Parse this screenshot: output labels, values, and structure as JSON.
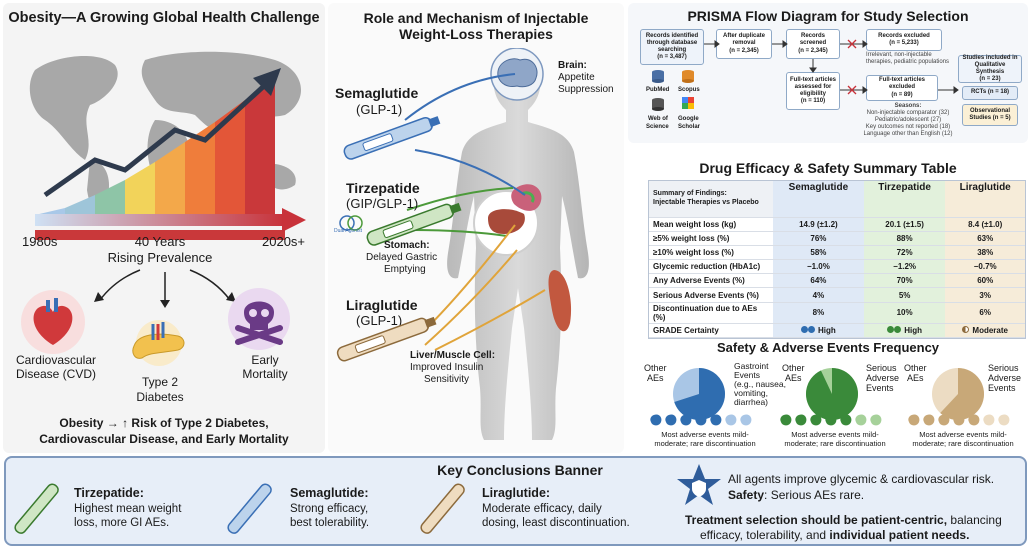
{
  "left": {
    "title": "Obesity—A Growing Global Health Challenge",
    "timeline_start": "1980s",
    "timeline_mid": "40 Years",
    "timeline_mid2": "Rising Prevalence",
    "timeline_end": "2020s+",
    "outcomes": [
      "Cardiovascular",
      "Disease (CVD)",
      "Type 2",
      "Diabetes",
      "Early",
      "Mortality"
    ],
    "summary1": "Obesity → ↑ Risk of Type 2 Diabetes,",
    "summary2": "Cardiovascular Disease, and Early Mortality"
  },
  "mid": {
    "title1": "Role and Mechanism of Injectable",
    "title2": "Weight-Loss Therapies",
    "sema_name": "Semaglutide",
    "sema_class": "(GLP-1)",
    "tirz_name": "Tirzepatide",
    "tirz_class": "(GIP/GLP-1)",
    "dual": "Dual Agonist",
    "lira_name": "Liraglutide",
    "lira_class": "(GLP-1)",
    "brain_head": "Brain:",
    "brain_1": "Appetite",
    "brain_2": "Suppression",
    "stomach_head": "Stomach:",
    "stomach_1": "Delayed Gastric",
    "stomach_2": "Emptying",
    "liver_head": "Liver/Muscle Cell:",
    "liver_1": "Improved Insulin",
    "liver_2": "Sensitivity"
  },
  "prisma": {
    "title": "PRISMA Flow Diagram for Study Selection",
    "b1": [
      "Records identified",
      "through database",
      "searching",
      "(n = 3,487)"
    ],
    "b2": [
      "After duplicate",
      "removal",
      "(n = 2,345)"
    ],
    "b3": [
      "Records",
      "screened",
      "(n = 2,345)"
    ],
    "b4": [
      "Records excluded",
      "(n = 5,233)"
    ],
    "b4note": [
      "Irrelevant, non-injectable",
      "therapies, pediatric populations"
    ],
    "b5": [
      "Full-text articles",
      "assessed for",
      "eligibility",
      "(n = 110)"
    ],
    "b6": [
      "Full-text articles",
      "excluded",
      "(n = 89)"
    ],
    "b6note": [
      "Seasons:",
      "Non-injectable comparator (32)",
      "Pediatric/adolescent (27)",
      "Key outcomes not reported (18)",
      "Language other than English (12)"
    ],
    "b7": [
      "Studies included in",
      "Qualitative Synthesis",
      "(n = 23)"
    ],
    "b8": "RCTs (n = 18)",
    "b9": [
      "Observational",
      "Studies (n = 5)"
    ],
    "db": [
      "PubMed",
      "Scopus",
      "Web of",
      "Science",
      "Google",
      "Scholar"
    ]
  },
  "table": {
    "title": "Drug Efficacy & Safety Summary Table",
    "head_label": [
      "Summary of Findings:",
      "Injectable Therapies vs Placebo"
    ],
    "drugs": [
      "Semaglutide",
      "Tirzepatide",
      "Liraglutide"
    ],
    "rows": [
      {
        "label": "Mean weight loss (kg)",
        "v": [
          "14.9 (±1.2)",
          "20.1 (±1.5)",
          "8.4 (±1.0)"
        ]
      },
      {
        "label": "≥5% weight loss (%)",
        "v": [
          "76%",
          "88%",
          "63%"
        ]
      },
      {
        "label": "≥10% weight loss (%)",
        "v": [
          "58%",
          "72%",
          "38%"
        ]
      },
      {
        "label": "Glycemic reduction (HbA1c)",
        "v": [
          "−1.0%",
          "−1.2%",
          "−0.7%"
        ]
      },
      {
        "label": "Any Adverse Events (%)",
        "v": [
          "64%",
          "70%",
          "60%"
        ]
      },
      {
        "label": "Serious Adverse Events (%)",
        "v": [
          "4%",
          "5%",
          "3%"
        ]
      },
      {
        "label": "Discontinuation due to AEs (%)",
        "v": [
          "8%",
          "10%",
          "6%"
        ]
      },
      {
        "label": "GRADE Certainty",
        "v": [
          "High",
          "High",
          "Moderate"
        ]
      }
    ]
  },
  "safety": {
    "title": "Safety & Adverse Events Frequency",
    "p1_left": [
      "Other",
      "AEs"
    ],
    "p1_right": [
      "Gastroint",
      "Events",
      "(e.g., nausea,",
      "vomiting,",
      "diarrhea)"
    ],
    "p2_left": [
      "Other",
      "AEs"
    ],
    "p2_right": [
      "Serious",
      "Adverse",
      "Events"
    ],
    "p3_left": [
      "Other",
      "AEs"
    ],
    "p3_right": [
      "Serious",
      "Adverse",
      "Events"
    ],
    "note1": "Most adverse events mild-",
    "note2": "moderate; rare discontinuation",
    "colors": [
      "#2f6db0",
      "#3a8a3a",
      "#c8a878"
    ]
  },
  "banner": {
    "title": "Key Conclusions Banner",
    "t_name": "Tirzepatide:",
    "t1": "Highest mean weight",
    "t2": "loss, more GI AEs.",
    "s_name": "Semaglutide:",
    "s1": "Strong efficacy,",
    "s2": "best tolerability.",
    "l_name": "Liraglutide:",
    "l1": "Moderate efficacy, daily",
    "l2": "dosing, least discontinuation.",
    "r1": "All agents improve glycemic & cardiovascular risk.",
    "r2b": "Safety",
    "r2": ": Serious AEs rare.",
    "r3b": "Treatment selection should be patient-centric,",
    "r3": " balancing",
    "r4": "efficacy, tolerability, and ",
    "r4b": "individual patient needs."
  }
}
